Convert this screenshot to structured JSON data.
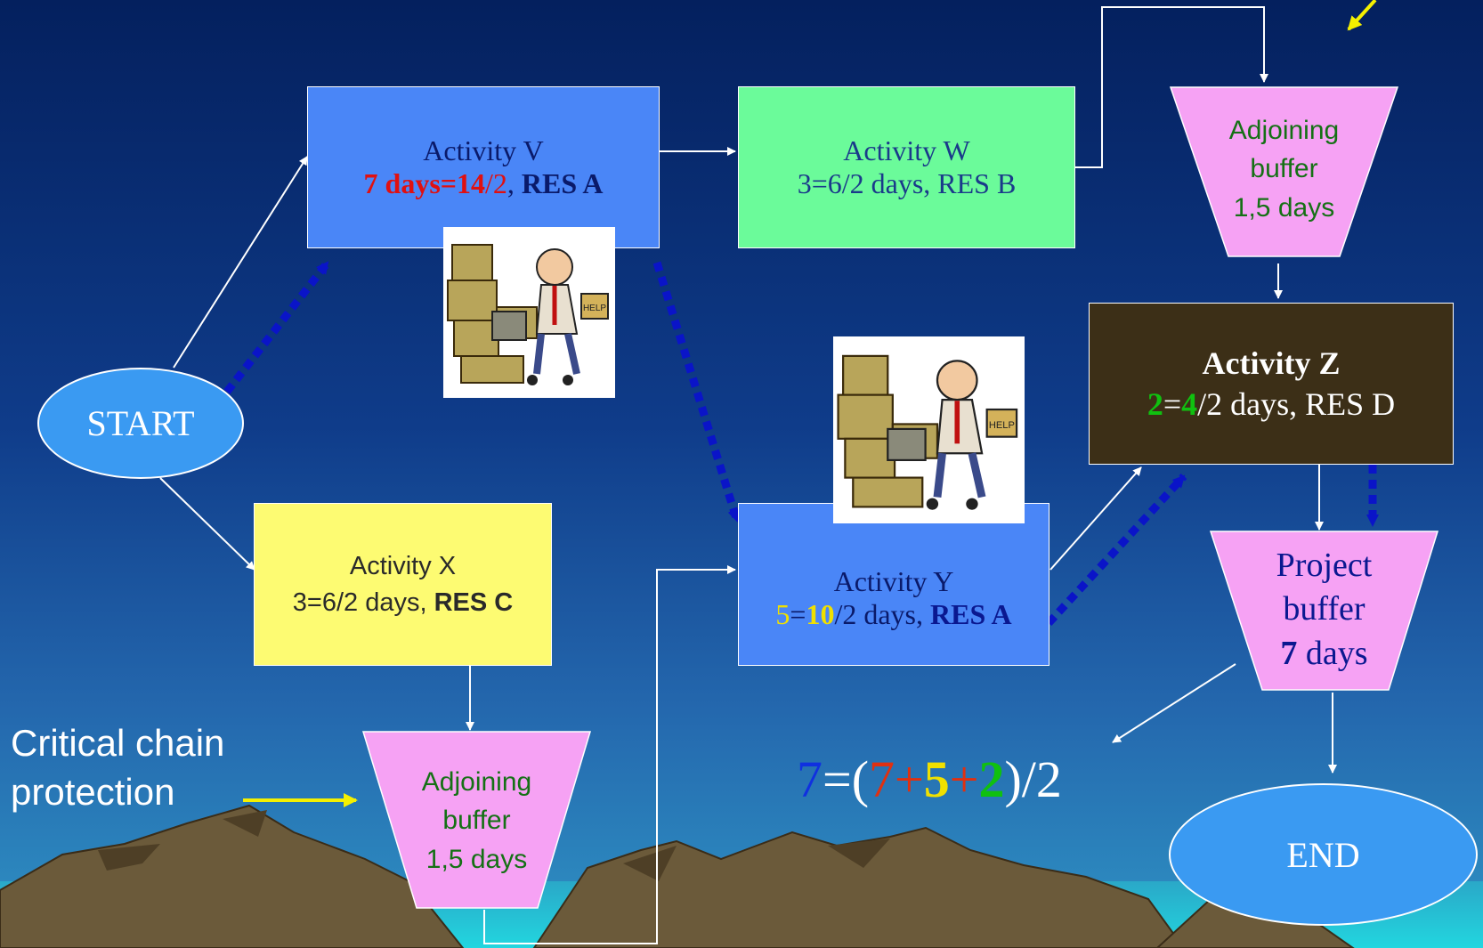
{
  "colors": {
    "sky_top": "#04205e",
    "sky_bottom": "#2a86c8",
    "activity_blue": "#4a86f7",
    "activity_green": "#6bfb9a",
    "activity_yellow": "#fdfb72",
    "activity_brown": "#3c2f17",
    "buffer_pink": "#f6a2f4",
    "ellipse_blue": "#3a9af2",
    "critical_arrow": "#0a14c8",
    "pointer_yellow": "#f5f000",
    "red": "#e01010",
    "green": "#10c010",
    "yellow": "#f0e000",
    "navy": "#0a1890"
  },
  "nodes": {
    "start": {
      "label": "START"
    },
    "end": {
      "label": "END"
    },
    "activity_v": {
      "line1": "Activity V",
      "line2_a": "7 days=14",
      "line2_b": "/2",
      "line2_c": ", ",
      "line2_d": "RES  A"
    },
    "activity_w": {
      "line1": "Activity W",
      "line2": "3=6/2 days, RES B"
    },
    "activity_x": {
      "line1": "Activity X",
      "line2_a": "3=6/2 days, ",
      "line2_b": "RES C"
    },
    "activity_y": {
      "line1": "Activity Y",
      "line2_a": "5",
      "line2_b": "=",
      "line2_c": "10",
      "line2_d": "/2 days, ",
      "line2_e": "RES A"
    },
    "activity_z": {
      "line1": "Activity Z",
      "line2_a": "2",
      "line2_b": "=",
      "line2_c": "4",
      "line2_d": "/2 days, RES D"
    },
    "buffer_top": {
      "line1": "Adjoining",
      "line2": "buffer",
      "line3": "1,5 days"
    },
    "buffer_bottom": {
      "line1": "Adjoining",
      "line2": "buffer",
      "line3": "1,5 days"
    },
    "project_buffer": {
      "line1": "Project",
      "line2": "buffer",
      "line3_a": "7",
      "line3_b": " days"
    }
  },
  "annotations": {
    "critical_chain_line1": "Critical chain",
    "critical_chain_line2": "protection",
    "formula": {
      "p1": "7",
      "p2": "=(",
      "p3": "7",
      "p4": "+",
      "p5": "5",
      "p6": "+",
      "p7": "2",
      "p8": ")/2"
    }
  },
  "icons": {
    "overworked": "overworked-worker-help-sign-clipart"
  }
}
